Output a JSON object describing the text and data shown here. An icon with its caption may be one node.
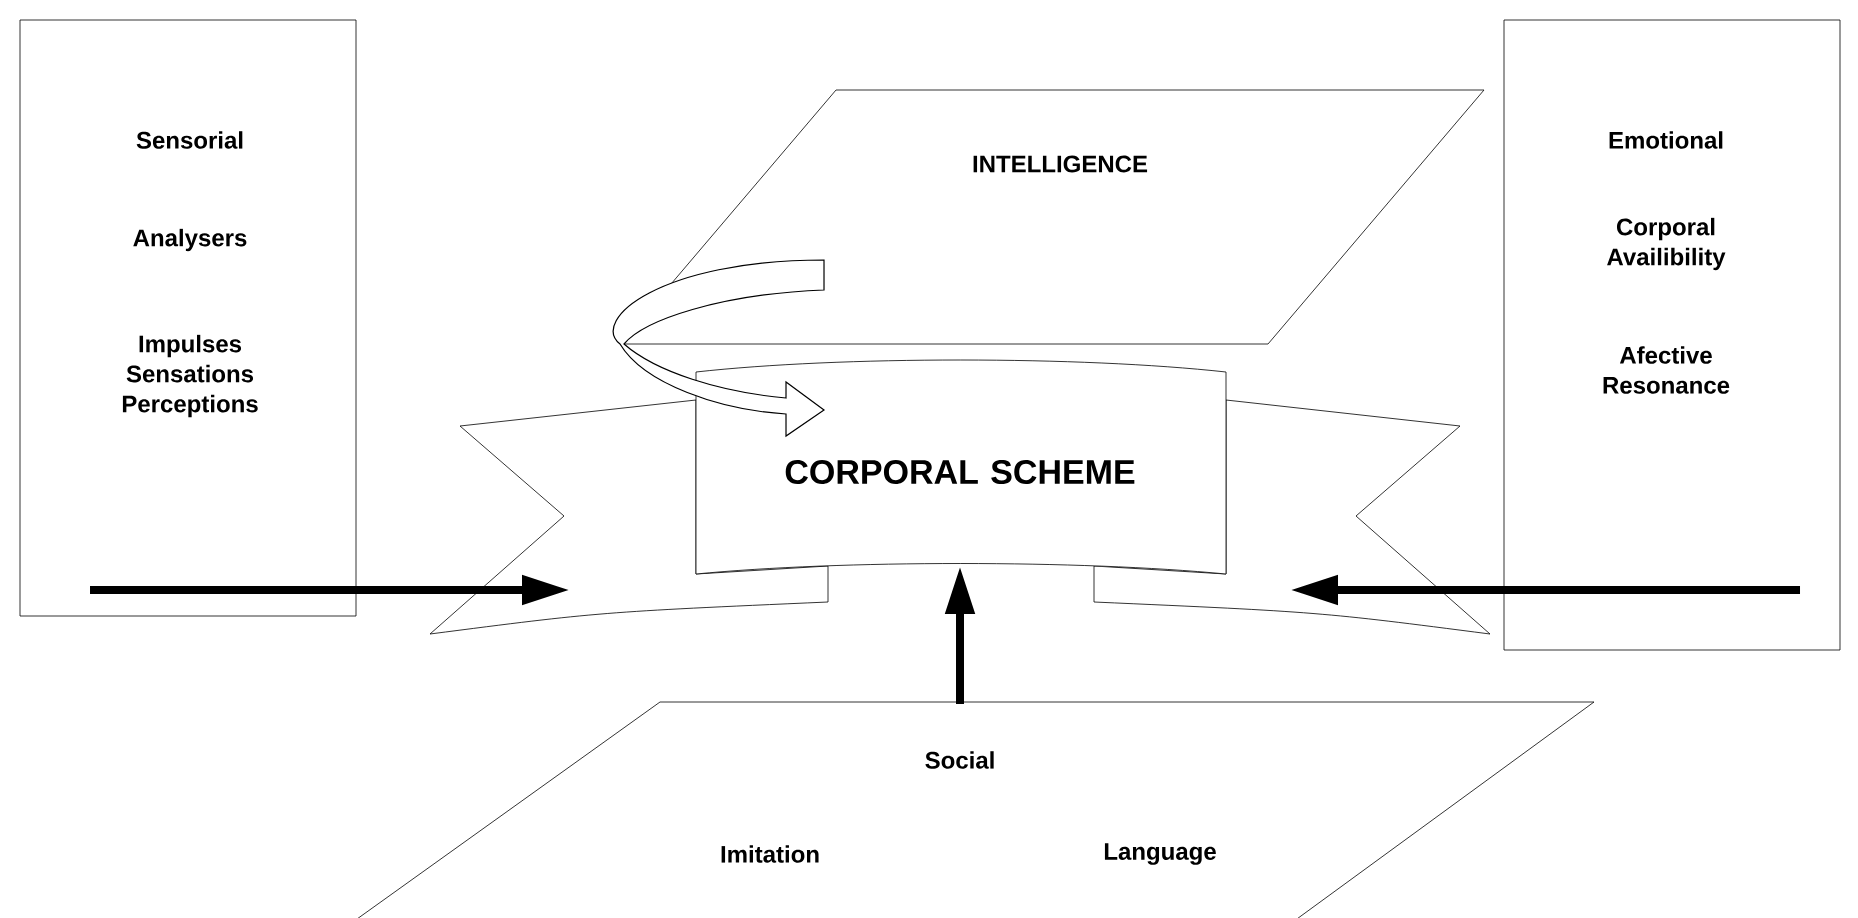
{
  "diagram": {
    "nodes": [
      {
        "text": [
          "Sensorial",
          "Analysers",
          "Impulses Sensations Perceptions"
        ]
      },
      {
        "text": [
          "INTELLIGENCE"
        ]
      },
      {
        "text": [
          "CORPORAL SCHEME"
        ]
      },
      {
        "text": [
          "Emotional",
          "Corporal Availibility",
          "Afective Resonance"
        ]
      },
      {
        "text": [
          "Social",
          "Imitation",
          "Language"
        ]
      }
    ],
    "edges": [
      {
        "from": 1,
        "to": 2,
        "arrow": "to"
      },
      {
        "from": 0,
        "to": 2,
        "arrow": "to"
      },
      {
        "from": 3,
        "to": 2,
        "arrow": "to"
      },
      {
        "from": 4,
        "to": 2,
        "arrow": "to"
      }
    ]
  }
}
